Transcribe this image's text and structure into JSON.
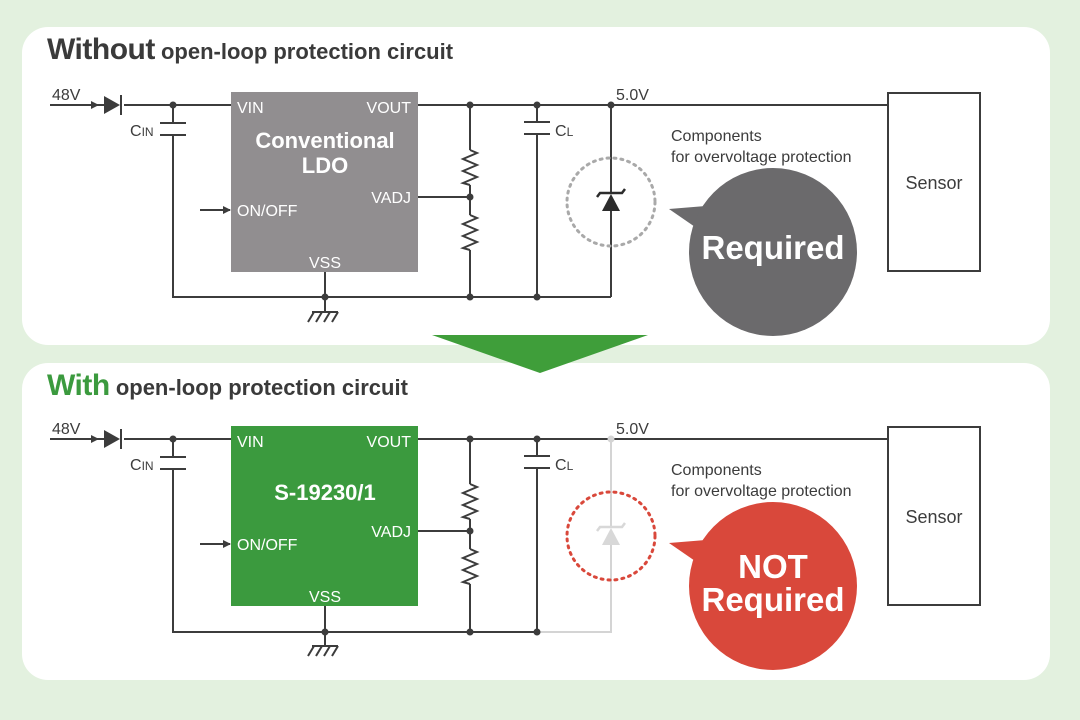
{
  "colors": {
    "background": "#e3f1df",
    "panel": "#ffffff",
    "wire": "#3c3c3c",
    "conventional_ldo": "#918e90",
    "s19230_chip": "#3b9a3e",
    "arrow_green": "#3f9e3a",
    "required_bubble": "#6b6a6c",
    "not_required_bubble": "#d9483b",
    "faded_component": "#d4d4d4"
  },
  "top": {
    "title_strong": "Without",
    "title_rest": " open-loop protection circuit",
    "input_voltage": "48V",
    "output_voltage": "5.0V",
    "cin_main": "C",
    "cin_sub": "IN",
    "cl_main": "C",
    "cl_sub": "L",
    "chip_line1": "Conventional",
    "chip_line2": "LDO",
    "pin_vin": "VIN",
    "pin_vout": "VOUT",
    "pin_vadj": "VADJ",
    "pin_onoff": "ON/OFF",
    "pin_vss": "VSS",
    "comp_line1": "Components",
    "comp_line2": "for overvoltage protection",
    "bubble_line1": "Required",
    "load": "Sensor"
  },
  "bottom": {
    "title_strong": "With",
    "title_rest": " open-loop protection circuit",
    "input_voltage": "48V",
    "output_voltage": "5.0V",
    "cin_main": "C",
    "cin_sub": "IN",
    "cl_main": "C",
    "cl_sub": "L",
    "chip_line1": "S-19230/1",
    "pin_vin": "VIN",
    "pin_vout": "VOUT",
    "pin_vadj": "VADJ",
    "pin_onoff": "ON/OFF",
    "pin_vss": "VSS",
    "comp_line1": "Components",
    "comp_line2": "for overvoltage protection",
    "bubble_line1": "NOT",
    "bubble_line2": "Required",
    "load": "Sensor"
  }
}
